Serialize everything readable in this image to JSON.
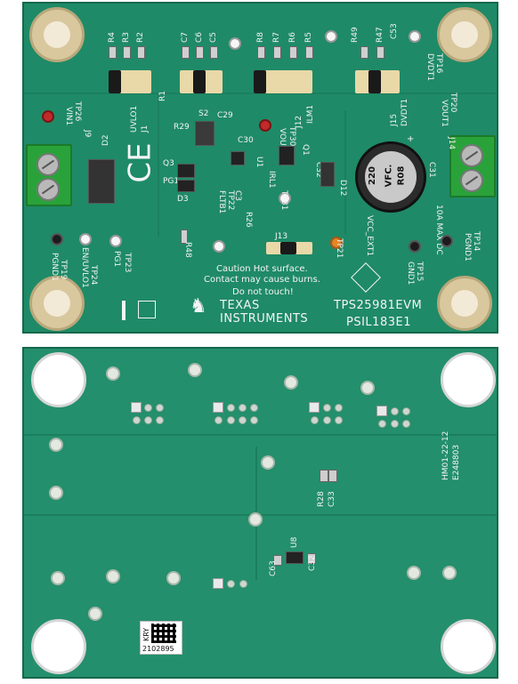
{
  "top_board": {
    "board_name": "TPS25981EVM",
    "board_code": "PSIL183E1",
    "brand_line1": "TEXAS",
    "brand_line2": "INSTRUMENTS",
    "warning_line1": "Caution Hot surface.",
    "warning_line2": "Contact may cause burns.",
    "warning_line3": "Do not touch!",
    "ce_mark": "CE",
    "cap_text1": "220",
    "cap_text2": "VFC.",
    "cap_text3": "R08",
    "designators": {
      "r4": "R4",
      "r3": "R3",
      "r2": "R2",
      "r1": "R1",
      "c7": "C7",
      "c6": "C6",
      "c5": "C5",
      "r8": "R8",
      "r7": "R7",
      "r6": "R6",
      "r5": "R5",
      "c53": "C53",
      "r47": "R47",
      "r49": "R49",
      "tp16": "TP16",
      "dvdt1": "DVDT1",
      "tp26": "TP26",
      "j9": "J9",
      "vin1": "VIN1",
      "j1": "J1",
      "uvlo1": "UVLO1",
      "j12": "J12",
      "ilm1": "ILM1",
      "j15": "J15",
      "dvdt1_j": "DVDT1",
      "tp20": "TP20",
      "vout1": "VOUT1",
      "s2": "S2",
      "c29": "C29",
      "r29": "R29",
      "c30": "C30",
      "tp30": "TP30",
      "vout": "VOUT",
      "q1": "Q1",
      "d2": "D2",
      "q3": "Q3",
      "pg1": "PG1",
      "d3": "D3",
      "u1": "U1",
      "irl1": "IRL1",
      "c32": "C32",
      "d12": "D12",
      "j14": "J14",
      "c31": "C31",
      "tp31": "TP31",
      "tp22": "TP22",
      "fltb1": "FLTB1",
      "r26": "R26",
      "c3": "C3",
      "j13": "J13",
      "tp21": "TP21",
      "vcc_ext1": "VCC_EXT1",
      "max_dc": "10A MAX DC",
      "r48": "R48",
      "tp19": "TP19",
      "pgnd1": "PGND1",
      "tp24": "TP24",
      "en_uvlo1": "EN/UVLO1",
      "tp23": "TP23",
      "pg1_tp": "PG1",
      "tp15": "TP15",
      "gnd1": "GND1",
      "tp14": "TP14",
      "pgnd1_r": "PGND1"
    }
  },
  "bottom_board": {
    "code_line1": "HM01-22-12",
    "code_line2": "E248803",
    "r28": "R28",
    "c33": "C33",
    "u8": "U8",
    "c63": "C63",
    "c32": "C32",
    "label_kry": "KRY",
    "label_number": "2102895"
  }
}
